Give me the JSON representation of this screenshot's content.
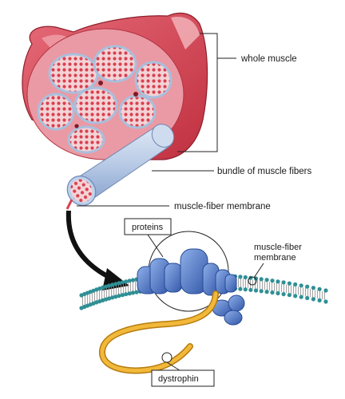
{
  "labels": {
    "whole_muscle": "whole muscle",
    "bundle": "bundle of muscle fibers",
    "fiber_membrane_top": "muscle-fiber membrane",
    "proteins": "proteins",
    "fiber_membrane_side_line1": "muscle-fiber",
    "fiber_membrane_side_line2": "membrane",
    "dystrophin": "dystrophin"
  },
  "colors": {
    "muscle_outer": "#d9485a",
    "muscle_inner": "#e9a0a8",
    "fascicle_fill": "#f3c8cc",
    "fiber_dot": "#d8404f",
    "sheath": "#a9bfdc",
    "membrane_head": "#2f8f95",
    "protein_blue": "#4f77c6",
    "dystrophin": "#e6a820"
  }
}
